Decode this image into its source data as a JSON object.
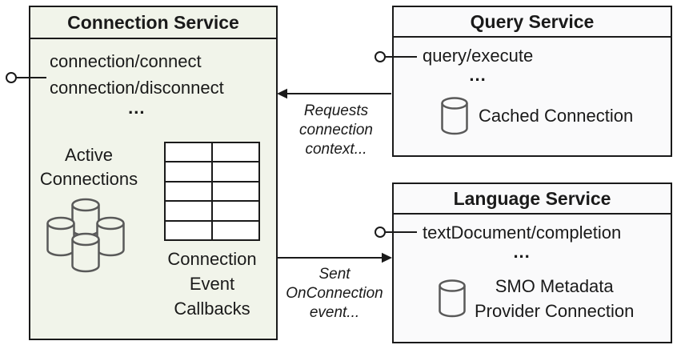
{
  "colors": {
    "connection_service_bg": "#f1f4ea",
    "service_bg": "#fafafb",
    "outline": "#1a1a1a",
    "database_icon_stroke": "#595959"
  },
  "icons": {
    "database": "database-icon",
    "database_cluster": "database-cluster-icon",
    "provided_interface": "lollipop-interface-icon",
    "callbacks_grid": "callbacks-table-grid"
  },
  "connection_service": {
    "title": "Connection Service",
    "methods": [
      "connection/connect",
      "connection/disconnect"
    ],
    "ellipsis": "...",
    "active_connections_label": "Active\nConnections",
    "callbacks_label": "Connection\nEvent\nCallbacks"
  },
  "query_service": {
    "title": "Query Service",
    "methods": [
      "query/execute"
    ],
    "ellipsis": "...",
    "cached_connection_label": "Cached Connection"
  },
  "language_service": {
    "title": "Language Service",
    "methods": [
      "textDocument/completion"
    ],
    "ellipsis": "...",
    "smo_label": "SMO Metadata\nProvider Connection"
  },
  "connectors": {
    "requests_arrow_label": "Requests\nconnection\ncontext...",
    "sent_arrow_label": "Sent\nOnConnection\nevent..."
  }
}
